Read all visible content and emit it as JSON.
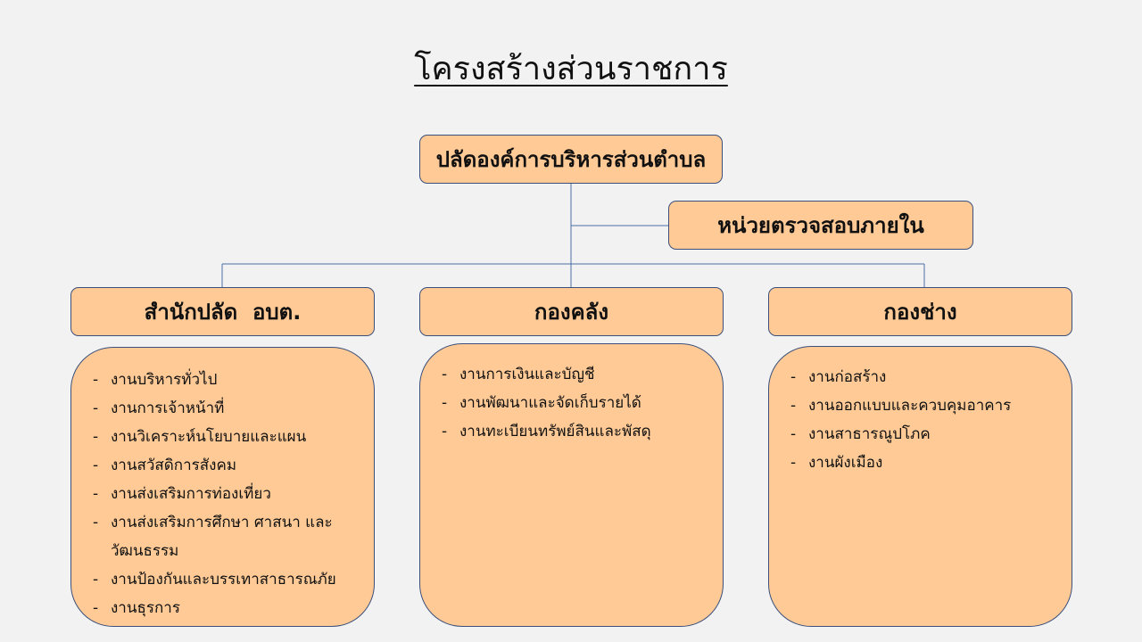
{
  "title": "โครงสร้างส่วนราชการ",
  "top_box": "ปลัดองค์การบริหารส่วนตำบล",
  "audit_box": "หน่วยตรวจสอบภายใน",
  "divisions": [
    {
      "name": "สำนักปลัด  อบต.",
      "items": [
        "งานบริหารทั่วไป",
        "งานการเจ้าหน้าที่",
        "งานวิเคราะห์นโยบายและแผน",
        "งานสวัสดิการสังคม",
        "งานส่งเสริมการท่องเที่ยว",
        "งานส่งเสริมการศึกษา ศาสนา และวัฒนธรรม",
        "งานป้องกันและบรรเทาสาธารณภัย",
        "งานธุรการ"
      ]
    },
    {
      "name": "กองคลัง",
      "items": [
        "งานการเงินและบัญชี",
        "งานพัฒนาและจัดเก็บรายได้",
        "งานทะเบียนทรัพย์สินและพัสดุ"
      ]
    },
    {
      "name": "กองช่าง",
      "items": [
        "งานก่อสร้าง",
        "งานออกแบบและควบคุมอาคาร",
        "งานสาธารณูปโภค",
        "งานผังเมือง"
      ]
    }
  ],
  "bullet": "-",
  "colors": {
    "box_fill": "#ffca96",
    "box_border": "#3a4f7a",
    "connector": "#4a6fa5",
    "background": "#f2f2f2"
  }
}
